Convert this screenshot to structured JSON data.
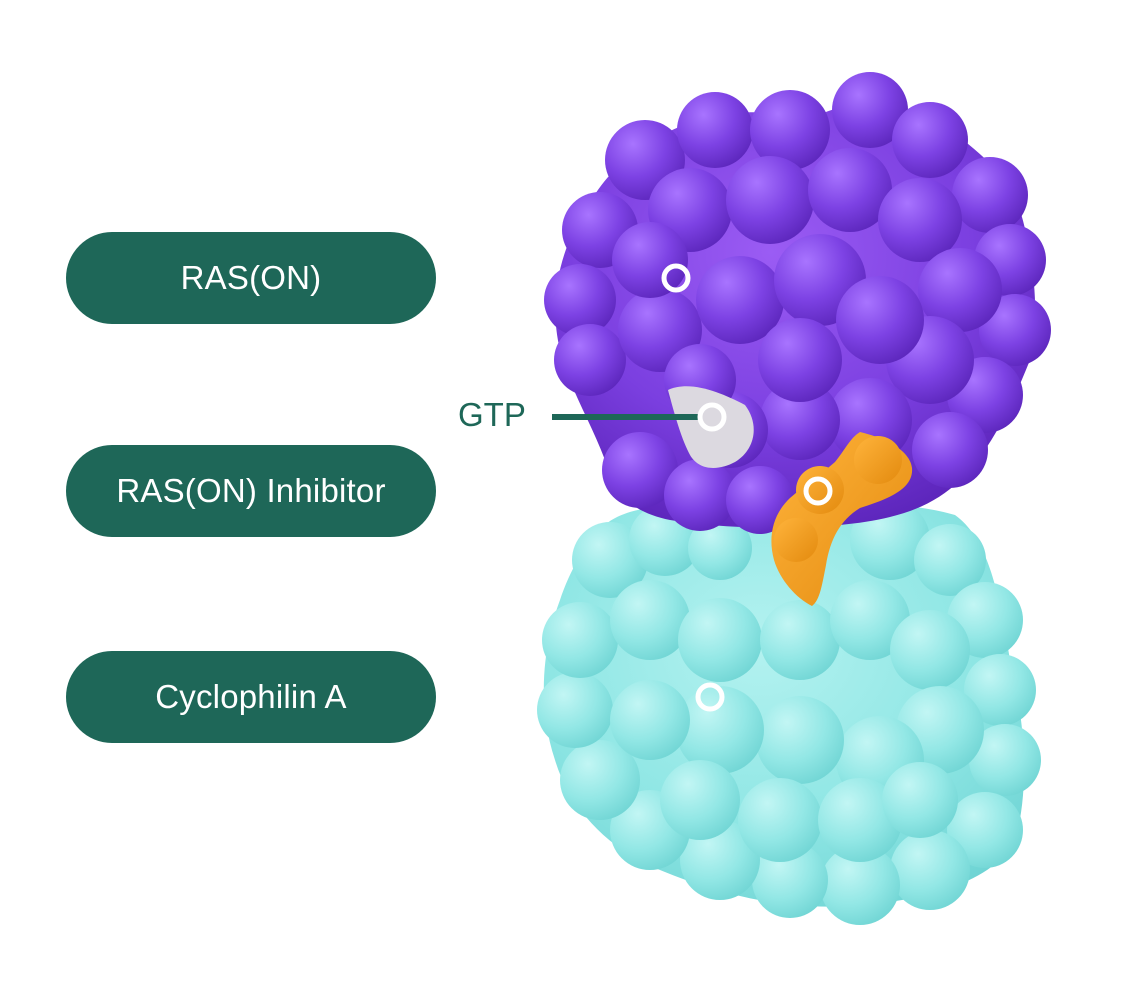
{
  "labels": {
    "ras_on": "RAS(ON)",
    "gtp": "GTP",
    "inhibitor": "RAS(ON) Inhibitor",
    "cyclophilin": "Cyclophilin A"
  },
  "colors": {
    "label_fill": "#1e6758",
    "label_text": "#ffffff",
    "ras_protein": "#7b3fe0",
    "cyclophilin_protein": "#8ee6e4",
    "inhibitor_molecule": "#f29a1c",
    "gtp_molecule": "#dcd9e0",
    "connector_marker": "#ffffff"
  }
}
